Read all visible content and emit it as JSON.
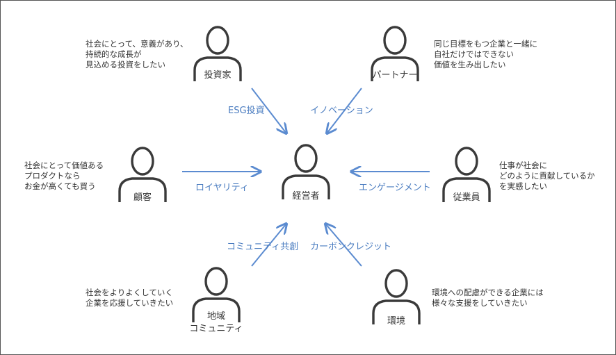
{
  "center": {
    "label": "経営者"
  },
  "stakeholders": {
    "investor": {
      "label": "投資家",
      "desc": [
        "社会にとって、意義があり、",
        "持続的な成長が",
        "見込める投資をしたい"
      ],
      "relation": "ESG投資"
    },
    "partner": {
      "label": "パートナー",
      "desc": [
        "同じ目標をもつ企業と一緒に",
        "自社だけではできない",
        "価値を生み出したい"
      ],
      "relation": "イノベーション"
    },
    "customer": {
      "label": "顧客",
      "desc": [
        "社会にとって価値ある",
        "プロダクトなら",
        "お金が高くても買う"
      ],
      "relation": "ロイヤリティ"
    },
    "employee": {
      "label": "従業員",
      "desc": [
        "仕事が社会に",
        "どのように貢献しているか",
        "を実感したい"
      ],
      "relation": "エンゲージメント"
    },
    "community": {
      "label": [
        "地域",
        "コミュニティ"
      ],
      "desc": [
        "社会をよりよくしていく",
        "企業を応援していきたい"
      ],
      "relation": "コミュニティ共創"
    },
    "environment": {
      "label": "環境",
      "desc": [
        "環境への配慮ができる企業には",
        "様々な支援をしていきたい"
      ],
      "relation": "カーボンクレジット"
    }
  },
  "colors": {
    "arrow": "#5b8bd0",
    "relation_text": "#4a7cc0",
    "figure": "#3a3a3a",
    "text": "#333333"
  }
}
